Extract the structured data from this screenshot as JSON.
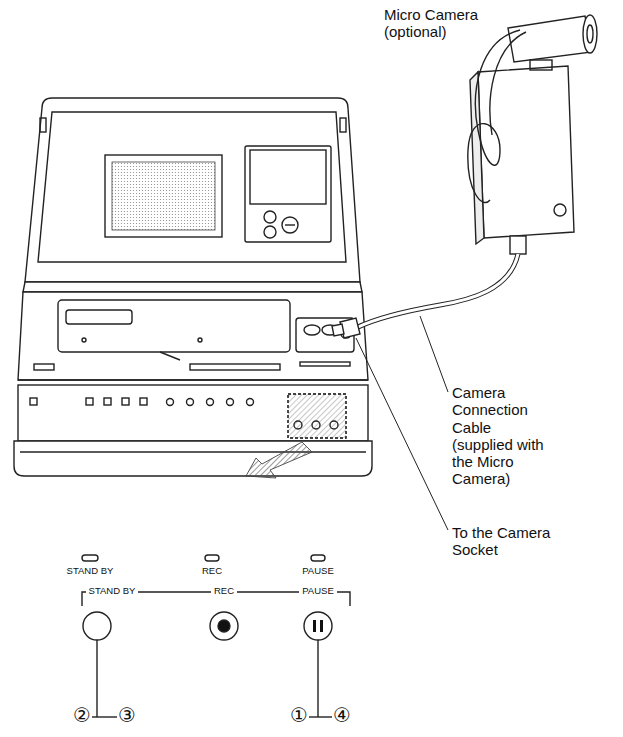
{
  "diagram": {
    "labels": [
      "Micro Camera (optional)",
      "Camera Connection Cable (supplied with the Micro Camera)",
      "To the Camera Socket",
      "STAND BY",
      "REC",
      "PAUSE",
      "STAND BY",
      "REC",
      "PAUSE",
      "②",
      "③",
      "①",
      "④"
    ]
  }
}
